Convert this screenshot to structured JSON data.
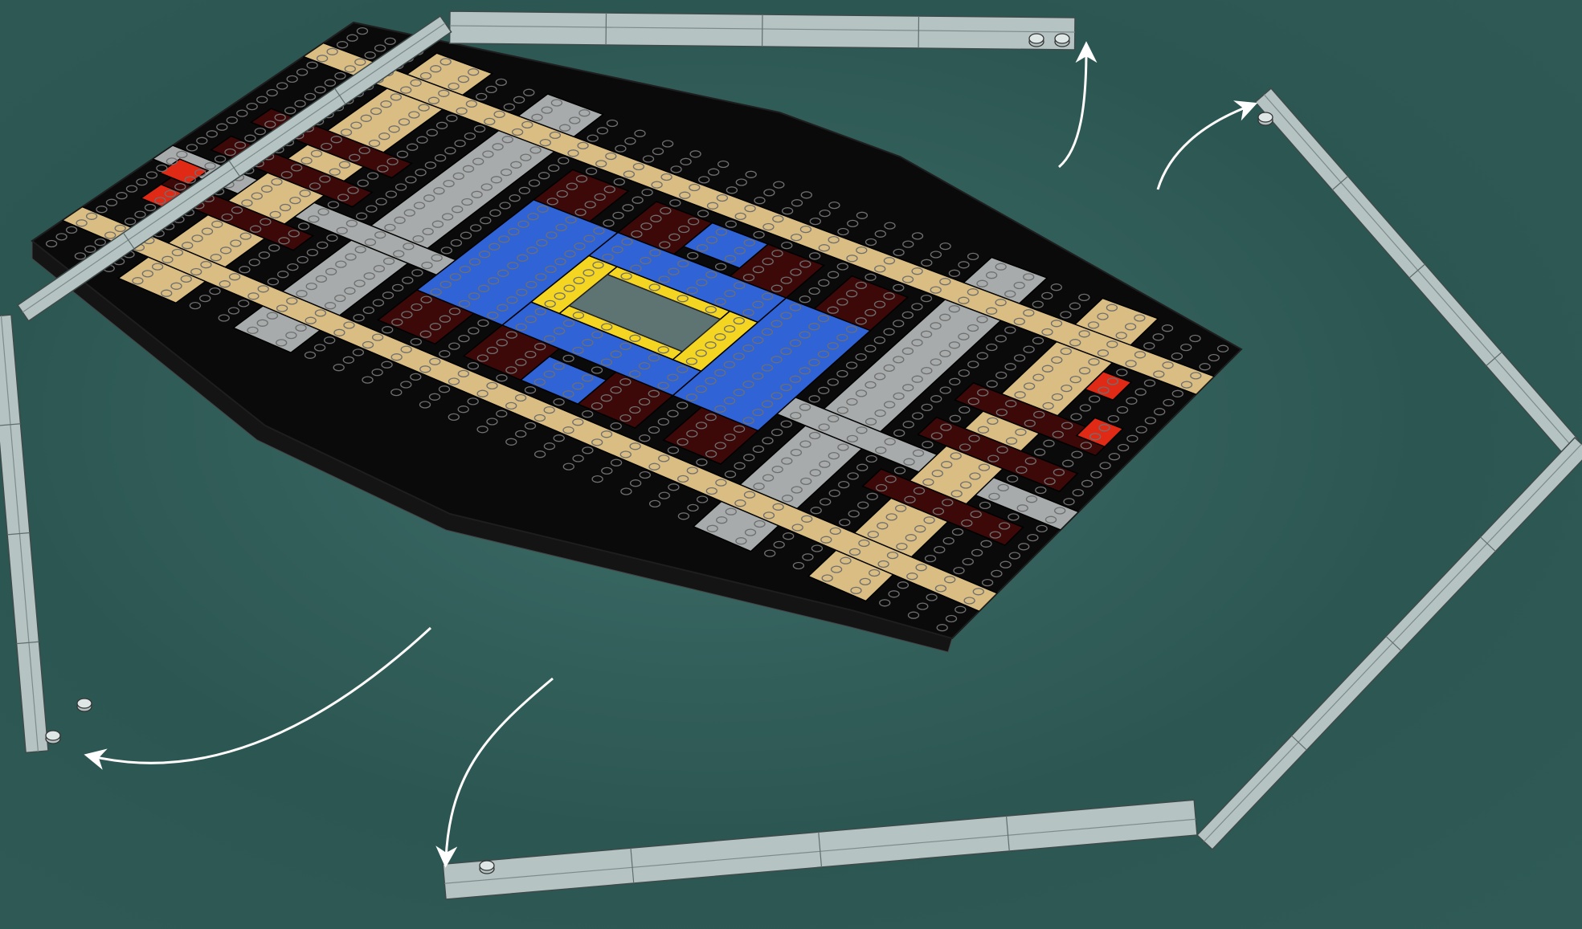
{
  "diagram": {
    "background": {
      "colors": [
        "#2c5652",
        "#3d6d68",
        "#2f5a56"
      ]
    },
    "colors": {
      "base_black": "#0a0a0a",
      "stud_outline": "#6f6f6f",
      "light_gray": "#a7abab",
      "tan": "#d9bd82",
      "dark_red": "#3c0808",
      "blue": "#2f63d6",
      "yellow": "#f4d521",
      "red": "#e02a16",
      "edge_frame": "#b5c3c3",
      "arrow": "#ffffff"
    },
    "parts": {
      "base_plate": "black-base-plate",
      "edge_pieces": [
        "edge-piece-top",
        "edge-piece-right",
        "edge-piece-bottom",
        "edge-piece-left"
      ],
      "stripes": [
        "gray-stripe",
        "tan-stripe",
        "dark-red-stripe"
      ],
      "center": [
        "blue-plates",
        "yellow-ring"
      ],
      "accents": [
        "red-tile"
      ]
    },
    "arrows": {
      "count": 4,
      "meaning": "remove-edge-pieces"
    },
    "icons": {
      "arrow": "curved-arrow-icon",
      "stud": "stud-icon"
    }
  }
}
